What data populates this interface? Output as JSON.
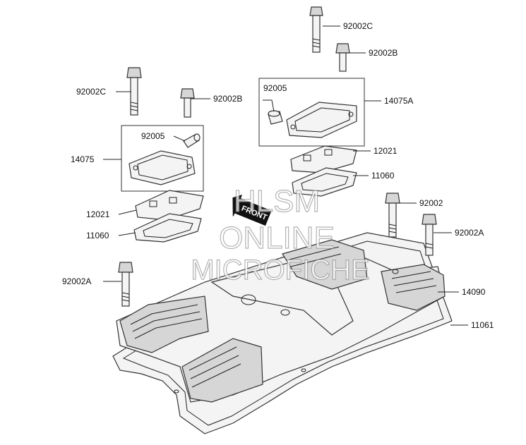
{
  "labels": {
    "l1": "92002C",
    "l2": "92002B",
    "l3": "92002C",
    "l4": "92002B",
    "l5": "92005",
    "l6": "14075A",
    "l7": "92005",
    "l8": "14075",
    "l9": "12021",
    "l10": "11060",
    "l11": "12021",
    "l12": "11060",
    "l13": "92002",
    "l14": "92002A",
    "l15": "92002A",
    "l16": "14090",
    "l17": "11061"
  },
  "front_tag": "FRONT",
  "watermark": {
    "line1": "HLSM",
    "line2": "ONLINE",
    "line3": "MICROFICHE"
  },
  "colors": {
    "line": "#222222",
    "part_fill": "#f4f4f4",
    "shade": "#d6d6d6",
    "watermark": "#9a9a9a"
  }
}
